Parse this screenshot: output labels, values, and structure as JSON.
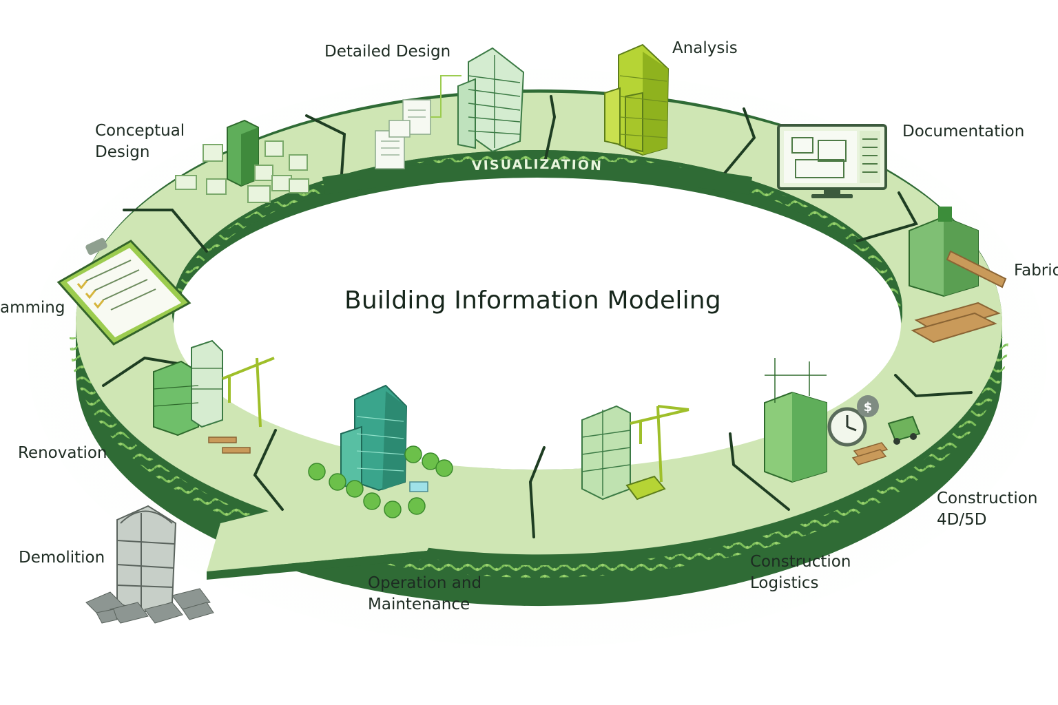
{
  "diagram": {
    "title": "Building Information Modeling",
    "ring_band_label": "VISUALIZATION",
    "colors": {
      "ring_top": "#cfe6b4",
      "ring_segment": "#d7ebc0",
      "ring_side": "#2f6b35",
      "vine": "#7cbf5a",
      "divider": "#1e3d22",
      "building_green": "#5fae5a",
      "building_lime": "#b6d435",
      "building_teal": "#3aa58c",
      "crane": "#9fbf2a",
      "wood": "#c99a5a",
      "rubble": "#8d9692",
      "text": "#1d2b22"
    },
    "stages": [
      {
        "id": "programming",
        "label": "amming",
        "icon": "clipboard-checklist-icon"
      },
      {
        "id": "conceptual-design",
        "label": "Conceptual\nDesign",
        "icon": "massing-blocks-icon"
      },
      {
        "id": "detailed-design",
        "label": "Detailed Design",
        "icon": "wireframe-tower-icon"
      },
      {
        "id": "analysis",
        "label": "Analysis",
        "icon": "analysis-tower-icon"
      },
      {
        "id": "documentation",
        "label": "Documentation",
        "icon": "monitor-drawing-icon"
      },
      {
        "id": "fabrication",
        "label": "Fabric",
        "icon": "fabrication-building-icon"
      },
      {
        "id": "construction-4d5d",
        "label": "Construction\n4D/5D",
        "icon": "clock-cost-building-icon"
      },
      {
        "id": "construction-logistics",
        "label": "Construction\nLogistics",
        "icon": "crane-site-icon"
      },
      {
        "id": "operation-maintenance",
        "label": "Operation and\nMaintenance",
        "icon": "tower-park-icon"
      },
      {
        "id": "renovation",
        "label": "Renovation",
        "icon": "renovation-crane-icon"
      },
      {
        "id": "demolition",
        "label": "Demolition",
        "icon": "demolition-rubble-icon"
      }
    ]
  }
}
